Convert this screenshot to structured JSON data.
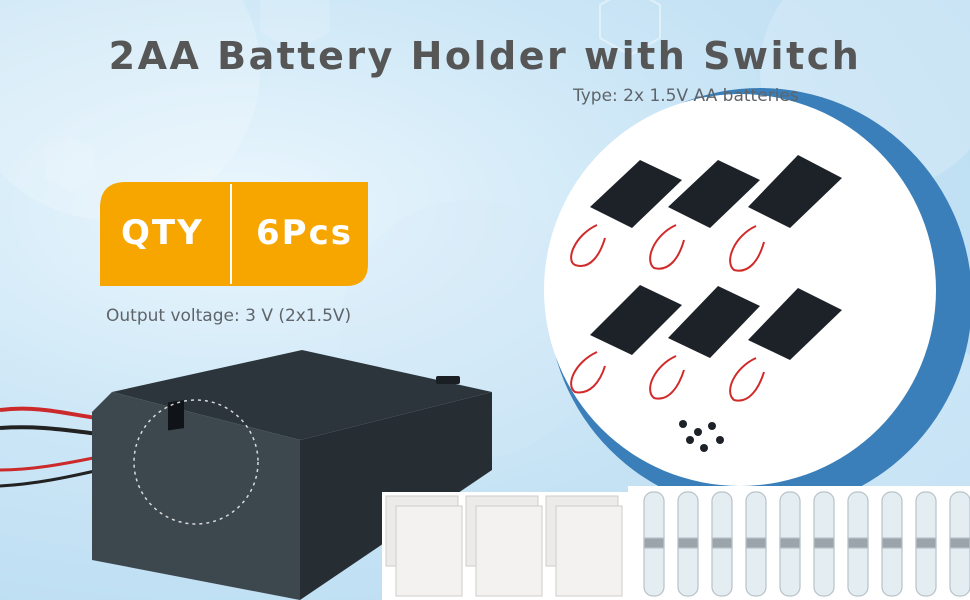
{
  "title": "2AA Battery Holder with Switch",
  "type_line": "Type: 2x 1.5V AA batteries",
  "quantity": {
    "label": "QTY",
    "value": "6Pcs"
  },
  "output_voltage": "Output voltage: 3 V (2x1.5V)",
  "colors": {
    "accent": "#f7a600",
    "circle_ring": "#3a7fb9"
  }
}
